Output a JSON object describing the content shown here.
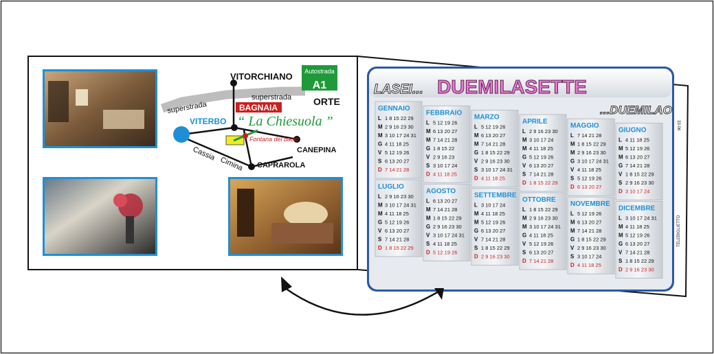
{
  "map": {
    "autostrada_label": "Autostrada",
    "autostrada_code": "A1",
    "cities": [
      "VITORCHIANO",
      "ORTE",
      "VITERBO",
      "CANEPINA",
      "CAPRAROLA"
    ],
    "roads": [
      "superstrada",
      "superstrada",
      "Cassia",
      "Cimina"
    ],
    "bagnaia": "BAGNAIA",
    "restaurant": "“ La Chiesuola ”",
    "fontana": "Fontana del bacio"
  },
  "calendar": {
    "header_left": "LASEI...",
    "header_title": "DUEMILASETTE",
    "header_right": "...DUEMILAO",
    "side_code": "33-06",
    "side_credit": "TELEBIGLIETTO",
    "day_letters": [
      "L",
      "M",
      "M",
      "G",
      "V",
      "S",
      "D"
    ],
    "months": [
      {
        "name": "GENNAIO",
        "rows": [
          "1 8 15 22 29",
          "2 9 16 23 30",
          "3 10 17 24 31",
          "4 11 18 25",
          "5 12 19 26",
          "6 13 20 27",
          "7 14 21 28"
        ]
      },
      {
        "name": "FEBBRAIO",
        "rows": [
          "5 12 19 26",
          "6 13 20 27",
          "7 14 21 28",
          "1 8 15 22",
          "2 9 16 23",
          "3 10 17 24",
          "4 11 18 25"
        ]
      },
      {
        "name": "MARZO",
        "rows": [
          "5 12 19 26",
          "6 13 20 27",
          "7 14 21 28",
          "1 8 15 22 29",
          "2 9 16 23 30",
          "3 10 17 24 31",
          "4 11 18 25"
        ]
      },
      {
        "name": "APRILE",
        "rows": [
          "2 9 16 23 30",
          "3 10 17 24",
          "4 11 18 25",
          "5 12 19 26",
          "6 13 20 27",
          "7 14 21 28",
          "1 8 15 22 29"
        ]
      },
      {
        "name": "MAGGIO",
        "rows": [
          "7 14 21 28",
          "1 8 15 22 29",
          "2 9 16 23 30",
          "3 10 17 24 31",
          "4 11 18 25",
          "5 12 19 26",
          "6 13 20 27"
        ]
      },
      {
        "name": "GIUGNO",
        "rows": [
          "4 11 18 25",
          "5 12 19 26",
          "6 13 20 27",
          "7 14 21 28",
          "1 8 15 22 29",
          "2 9 16 23 30",
          "3 10 17 24"
        ]
      },
      {
        "name": "LUGLIO",
        "rows": [
          "2 9 16 23 30",
          "3 10 17 24 31",
          "4 11 18 25",
          "5 12 19 26",
          "6 13 20 27",
          "7 14 21 28",
          "1 8 15 22 29"
        ]
      },
      {
        "name": "AGOSTO",
        "rows": [
          "6 13 20 27",
          "7 14 21 28",
          "1 8 15 22 29",
          "2 9 16 23 30",
          "3 10 17 24 31",
          "4 11 18 25",
          "5 12 19 26"
        ]
      },
      {
        "name": "SETTEMBRE",
        "rows": [
          "3 10 17 24",
          "4 11 18 25",
          "5 12 19 26",
          "6 13 20 27",
          "7 14 21 28",
          "1 8 15 22 29",
          "2 9 16 23 30"
        ]
      },
      {
        "name": "OTTOBRE",
        "rows": [
          "1 8 15 22 29",
          "2 9 16 23 30",
          "3 10 17 24 31",
          "4 11 18 25",
          "5 12 19 26",
          "6 13 20 27",
          "7 14 21 28"
        ]
      },
      {
        "name": "NOVEMBRE",
        "rows": [
          "5 12 19 26",
          "6 13 20 27",
          "7 14 21 28",
          "1 8 15 22 29",
          "2 9 16 23 30",
          "3 10 17 24",
          "4 11 18 25"
        ]
      },
      {
        "name": "DICEMBRE",
        "rows": [
          "3 10 17 24 31",
          "4 11 18 25",
          "5 12 19 26",
          "6 13 20 27",
          "7 14 21 28",
          "1 8 15 22 29",
          "2 9 16 23 30"
        ]
      }
    ]
  },
  "colors": {
    "blue": "#1e8fd6",
    "red": "#cc1f1f",
    "green": "#1f9a3a",
    "frame_blue": "#2a59a8"
  }
}
